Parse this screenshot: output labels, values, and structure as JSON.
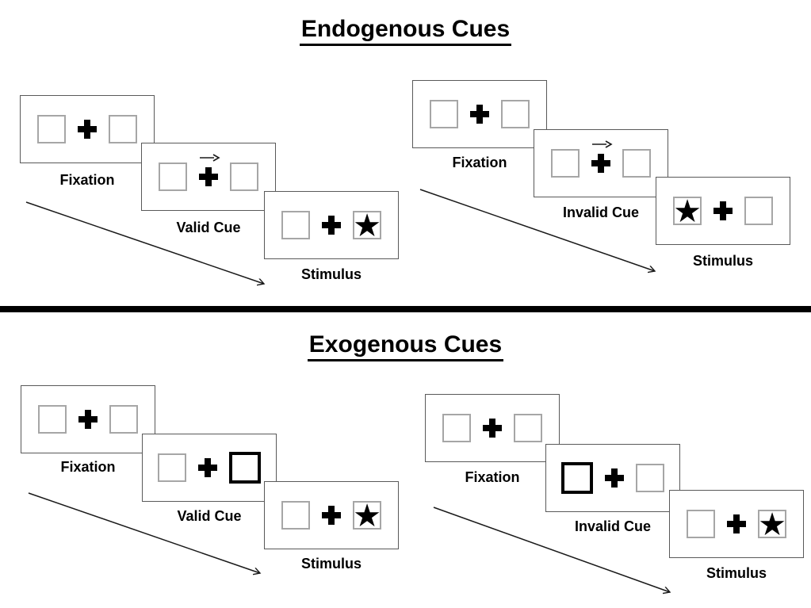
{
  "diagram_type": "posner-cueing-task-schematic",
  "colors": {
    "background": "#ffffff",
    "panel_border": "#595959",
    "placeholder_box_border": "#a6a6a6",
    "cue_box_border": "#000000",
    "symbols": "#000000",
    "divider": "#000000"
  },
  "icons": {
    "star": "★",
    "fixation_cross": "plus-shape",
    "cue_arrow": "right-arrow",
    "timeline_arrow": "diagonal-down-right-arrow"
  },
  "sections": [
    {
      "title": "Endogenous Cues",
      "cue_type": "central arrow above fixation cross",
      "sequences": [
        {
          "name": "valid",
          "frames": [
            {
              "label": "Fixation"
            },
            {
              "label": "Valid Cue",
              "cue": "arrow-pointing-right-above-fixation"
            },
            {
              "label": "Stimulus",
              "star_side": "right"
            }
          ]
        },
        {
          "name": "invalid",
          "frames": [
            {
              "label": "Fixation"
            },
            {
              "label": "Invalid Cue",
              "cue": "arrow-pointing-right-above-fixation"
            },
            {
              "label": "Stimulus",
              "star_side": "left"
            }
          ]
        }
      ]
    },
    {
      "title": "Exogenous Cues",
      "cue_type": "peripheral box highlighted bold",
      "sequences": [
        {
          "name": "valid",
          "frames": [
            {
              "label": "Fixation"
            },
            {
              "label": "Valid Cue",
              "cue": "right-box-bold"
            },
            {
              "label": "Stimulus",
              "star_side": "right"
            }
          ]
        },
        {
          "name": "invalid",
          "frames": [
            {
              "label": "Fixation"
            },
            {
              "label": "Invalid Cue",
              "cue": "left-box-bold"
            },
            {
              "label": "Stimulus",
              "star_side": "right"
            }
          ]
        }
      ]
    }
  ]
}
